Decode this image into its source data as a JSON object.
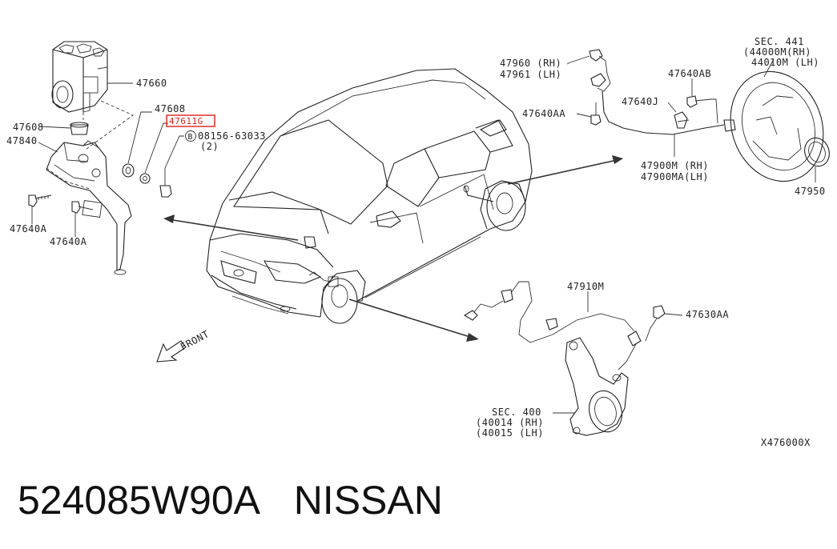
{
  "diagram": {
    "labels": {
      "l47660": "47660",
      "l47608a": "47608",
      "l47608b": "47608",
      "l47611g": "47611G",
      "l47840": "47840",
      "bolt_circle": "B",
      "bolt_code": "08156-63033",
      "bolt_qty": "(2)",
      "l47640a_1": "47640A",
      "l47640a_2": "47640A",
      "l47960": "47960 (RH)",
      "l47961": "47961 (LH)",
      "l47640aa": "47640AA",
      "l47640ab": "47640AB",
      "l47640j": "47640J",
      "sec441": "SEC. 441",
      "l44000m": "(44000M(RH)",
      "l44010m": "44010M (LH)",
      "l47900m": "47900M (RH)",
      "l47900ma": "47900MA(LH)",
      "l47950": "47950",
      "l47910m": "47910M",
      "l47630aa": "47630AA",
      "sec400": "SEC. 400",
      "l40014": "(40014 (RH)",
      "l40015": "(40015 (LH)",
      "front": "FRONT",
      "diagram_id": "X476000X"
    },
    "highlight_color": "#e0201a"
  },
  "footer": {
    "part_number": "524085W90A",
    "brand": "NISSAN"
  }
}
